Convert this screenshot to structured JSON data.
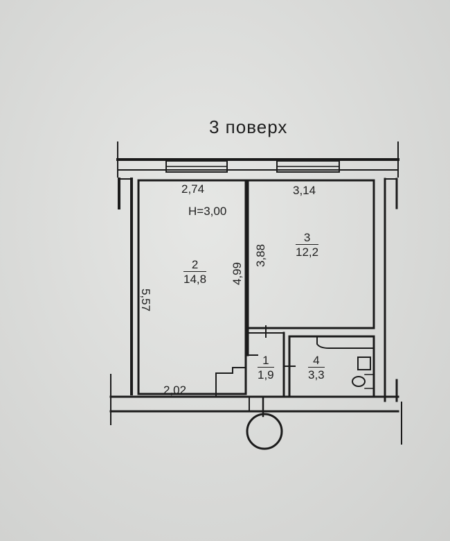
{
  "plan": {
    "floor_title": "3 поверх",
    "ceiling_height": "Н=3,00",
    "rooms": [
      {
        "number": "1",
        "area": "1,9"
      },
      {
        "number": "2",
        "area": "14,8"
      },
      {
        "number": "3",
        "area": "12,2"
      },
      {
        "number": "4",
        "area": "3,3"
      }
    ],
    "dimensions": {
      "room2_top": "2,74",
      "room3_top": "3,14",
      "room2_left": "5,57",
      "room2_right": "4,99",
      "room3_left": "3,88",
      "room2_bottom": "2,02"
    }
  }
}
